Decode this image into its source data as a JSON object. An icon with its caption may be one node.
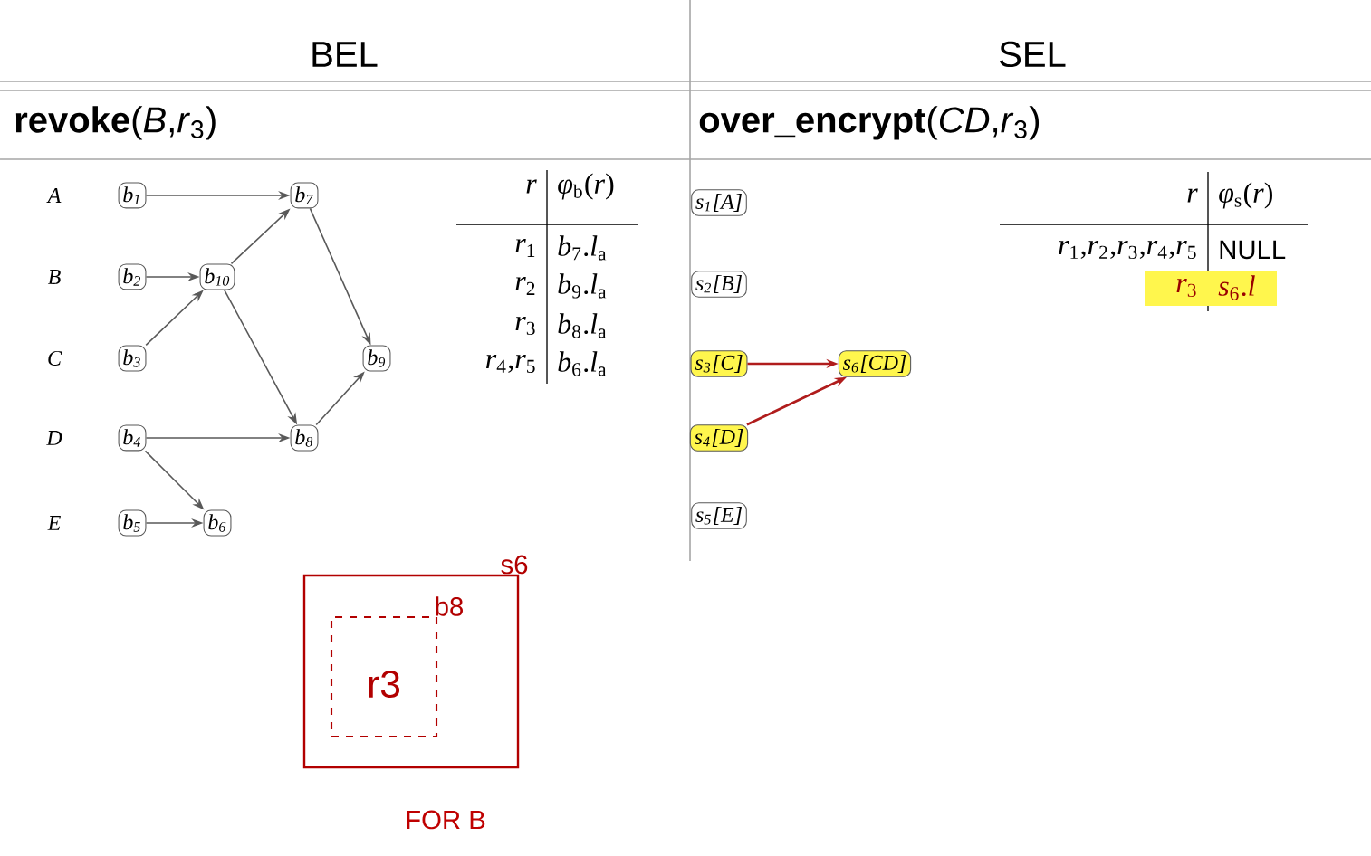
{
  "diagram": {
    "nodes": [
      {
        "text": [
          "b$_{1}$"
        ]
      },
      {
        "text": [
          "b$_{2}$"
        ]
      },
      {
        "text": [
          "b$_{3}$"
        ]
      },
      {
        "text": [
          "b$_{4}$"
        ]
      },
      {
        "text": [
          "b$_{5}$"
        ]
      },
      {
        "text": [
          "b$_{6}$"
        ]
      },
      {
        "text": [
          "b$_{7}$"
        ]
      },
      {
        "text": [
          "b$_{8}$"
        ]
      },
      {
        "text": [
          "b$_{9}$"
        ]
      },
      {
        "text": [
          "b$_{10}$"
        ]
      },
      {
        "text": [
          "s$_{1}$[A]"
        ]
      },
      {
        "text": [
          "s$_{2}$[B]"
        ]
      },
      {
        "text": [
          "s$_{3}$[C]"
        ]
      },
      {
        "text": [
          "s$_{4}$[D]"
        ]
      },
      {
        "text": [
          "s$_{5}$[E]"
        ]
      },
      {
        "text": [
          "s$_{6}$[CD]"
        ]
      },
      {
        "text": [
          "s6"
        ]
      },
      {
        "text": [
          "b8",
          "r3"
        ],
        "in": 16
      }
    ],
    "edges": [
      {
        "from": 0,
        "to": 6,
        "arrow": "to"
      },
      {
        "from": 1,
        "to": 9,
        "arrow": "to"
      },
      {
        "from": 9,
        "to": 6,
        "arrow": "to"
      },
      {
        "from": 2,
        "to": 9,
        "arrow": "to"
      },
      {
        "from": 9,
        "to": 7,
        "arrow": "to"
      },
      {
        "from": 6,
        "to": 8,
        "arrow": "to"
      },
      {
        "from": 7,
        "to": 8,
        "arrow": "to"
      },
      {
        "from": 3,
        "to": 7,
        "arrow": "to"
      },
      {
        "from": 3,
        "to": 5,
        "arrow": "to"
      },
      {
        "from": 4,
        "to": 5,
        "arrow": "to"
      },
      {
        "from": 12,
        "to": 15,
        "arrow": "to",
        "color": "#b01c1c"
      },
      {
        "from": 13,
        "to": 15,
        "arrow": "to",
        "color": "#b01c1c"
      }
    ],
    "labels": [
      "BEL",
      "SEL",
      "**revoke**(*B*,*r*$_{3}$)",
      "**over_encrypt**(*CD*,*r*$_{3}$)",
      "A",
      "B",
      "C",
      "D",
      "E",
      "*r*",
      "*φ*$_{b}$(*r*)",
      "*r*$_{1}$",
      "*b*$_{7}$.*l*$_{a}$",
      "*r*$_{2}$",
      "*b*$_{9}$.*l*$_{a}$",
      "*r*$_{3}$",
      "*b*$_{8}$.*l*$_{a}$",
      "*r*$_{4}$,*r*$_{5}$",
      "*b*$_{6}$.*l*$_{a}$",
      "*r*",
      "*φ*$_{s}$(*r*)",
      "*r*$_{1}$,*r*$_{2}$,*r*$_{3}$,*r*$_{4}$,*r*$_{5}$",
      "NULL",
      "*r*$_{3}$",
      "*s*$_{6}$.*l*",
      "FOR B"
    ]
  }
}
